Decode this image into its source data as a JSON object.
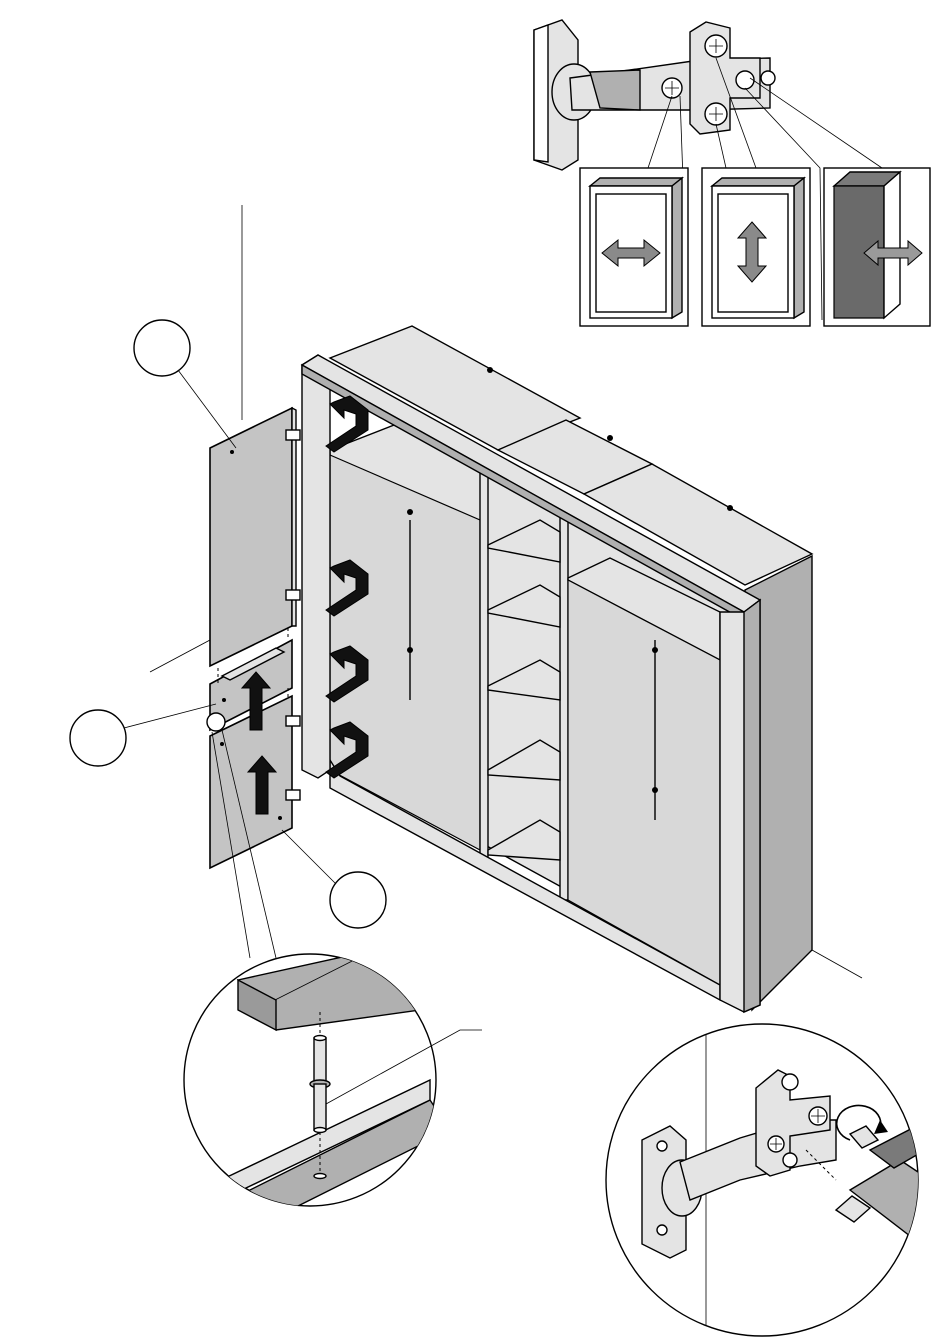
{
  "callouts": {
    "upper_door": "",
    "middle_panel": "",
    "lower_door": ""
  },
  "adjustments": [
    {
      "axis": "horizontal",
      "icon": "double-arrow-horizontal-icon"
    },
    {
      "axis": "vertical",
      "icon": "double-arrow-vertical-icon"
    },
    {
      "axis": "depth",
      "icon": "double-arrow-depth-icon"
    }
  ],
  "colors": {
    "panel": "#c4c4c4",
    "light": "#e4e4e4",
    "dark": "#7a7a7a",
    "ink": "#000000"
  }
}
